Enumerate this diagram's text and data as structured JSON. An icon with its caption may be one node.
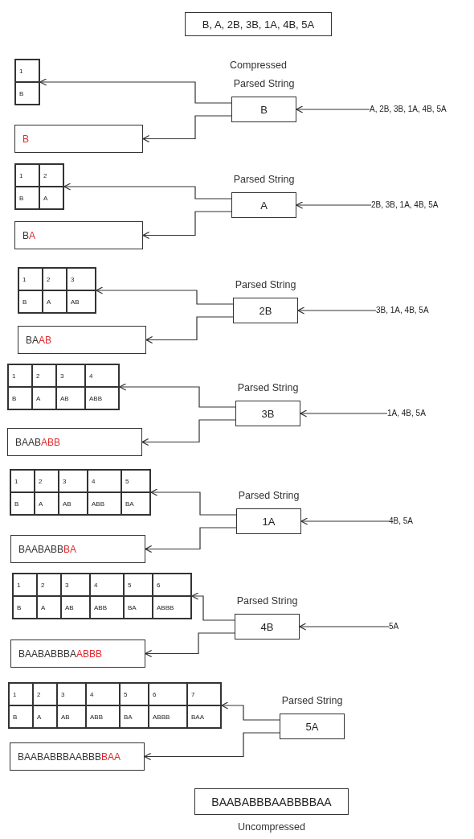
{
  "diagram": {
    "nodes": [
      {
        "text": [
          "B, A, 2B, 3B, 1A, 4B, 5A"
        ],
        "beside": [
          "Compressed"
        ]
      },
      {
        "text": [
          "1",
          "B"
        ]
      },
      {
        "text": [
          "Parsed String",
          "B"
        ]
      },
      {
        "text": [
          "A, 2B, 3B, 1A, 4B, 5A"
        ]
      },
      {
        "text": [
          "B"
        ]
      },
      {
        "text": [
          "1",
          "2",
          "B",
          "A"
        ]
      },
      {
        "text": [
          "Parsed String",
          "A"
        ]
      },
      {
        "text": [
          "2B, 3B, 1A, 4B, 5A"
        ]
      },
      {
        "text": [
          "B",
          "A"
        ]
      },
      {
        "text": [
          "1",
          "2",
          "3",
          "B",
          "A",
          "AB"
        ]
      },
      {
        "text": [
          "Parsed String",
          "2B"
        ]
      },
      {
        "text": [
          "3B, 1A, 4B, 5A"
        ]
      },
      {
        "text": [
          "BA",
          "AB"
        ]
      },
      {
        "text": [
          "1",
          "2",
          "3",
          "4",
          "B",
          "A",
          "AB",
          "ABB"
        ]
      },
      {
        "text": [
          "Parsed String",
          "3B"
        ]
      },
      {
        "text": [
          "1A, 4B, 5A"
        ]
      },
      {
        "text": [
          "BAAB",
          "ABB"
        ]
      },
      {
        "text": [
          "1",
          "2",
          "3",
          "4",
          "5",
          "B",
          "A",
          "AB",
          "ABB",
          "BA"
        ]
      },
      {
        "text": [
          "Parsed String",
          "1A"
        ]
      },
      {
        "text": [
          "4B, 5A"
        ]
      },
      {
        "text": [
          "BAABABB",
          "BA"
        ]
      },
      {
        "text": [
          "1",
          "2",
          "3",
          "4",
          "5",
          "6",
          "B",
          "A",
          "AB",
          "ABB",
          "BA",
          "ABBB"
        ]
      },
      {
        "text": [
          "Parsed String",
          "4B"
        ]
      },
      {
        "text": [
          "5A"
        ]
      },
      {
        "text": [
          "BAABABBBA",
          "ABBB"
        ]
      },
      {
        "text": [
          "1",
          "2",
          "3",
          "4",
          "5",
          "6",
          "7",
          "B",
          "A",
          "AB",
          "ABB",
          "BA",
          "ABBB",
          "BAA"
        ]
      },
      {
        "text": [
          "Parsed String",
          "5A"
        ]
      },
      {
        "text": [
          "BAABABBBAABBB",
          "BAA"
        ]
      },
      {
        "text": [
          "BAABABBBAABBBBAA"
        ],
        "beside": [
          "Uncompressed"
        ]
      }
    ],
    "edges": [
      {
        "from": 2,
        "to": 1,
        "arrow": "to"
      },
      {
        "from": 2,
        "to": 4,
        "arrow": "to"
      },
      {
        "from": 3,
        "to": 2,
        "arrow": "to"
      },
      {
        "from": 6,
        "to": 5,
        "arrow": "to"
      },
      {
        "from": 6,
        "to": 8,
        "arrow": "to"
      },
      {
        "from": 7,
        "to": 6,
        "arrow": "to"
      },
      {
        "from": 10,
        "to": 9,
        "arrow": "to"
      },
      {
        "from": 10,
        "to": 12,
        "arrow": "to"
      },
      {
        "from": 11,
        "to": 10,
        "arrow": "to"
      },
      {
        "from": 14,
        "to": 13,
        "arrow": "to"
      },
      {
        "from": 14,
        "to": 16,
        "arrow": "to"
      },
      {
        "from": 15,
        "to": 14,
        "arrow": "to"
      },
      {
        "from": 18,
        "to": 17,
        "arrow": "to"
      },
      {
        "from": 18,
        "to": 20,
        "arrow": "to"
      },
      {
        "from": 19,
        "to": 18,
        "arrow": "to"
      },
      {
        "from": 22,
        "to": 21,
        "arrow": "to"
      },
      {
        "from": 22,
        "to": 24,
        "arrow": "to"
      },
      {
        "from": 23,
        "to": 22,
        "arrow": "to"
      },
      {
        "from": 26,
        "to": 25,
        "arrow": "to"
      },
      {
        "from": 26,
        "to": 27,
        "arrow": "to"
      }
    ]
  }
}
